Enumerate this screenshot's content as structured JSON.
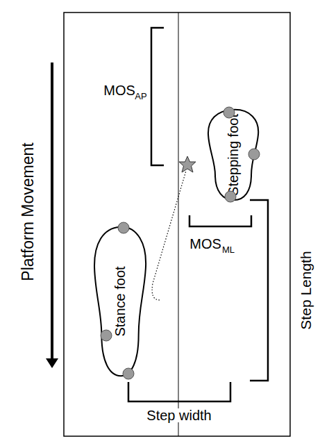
{
  "diagram": {
    "nodes": [
      {
        "text": [
          "Stepping foot"
        ]
      },
      {
        "text": [
          "Stance foot"
        ]
      }
    ],
    "labels": [
      "Platform Movement",
      "MOS",
      "AP",
      "MOS",
      "ML",
      "Step Length",
      "Step width"
    ]
  }
}
